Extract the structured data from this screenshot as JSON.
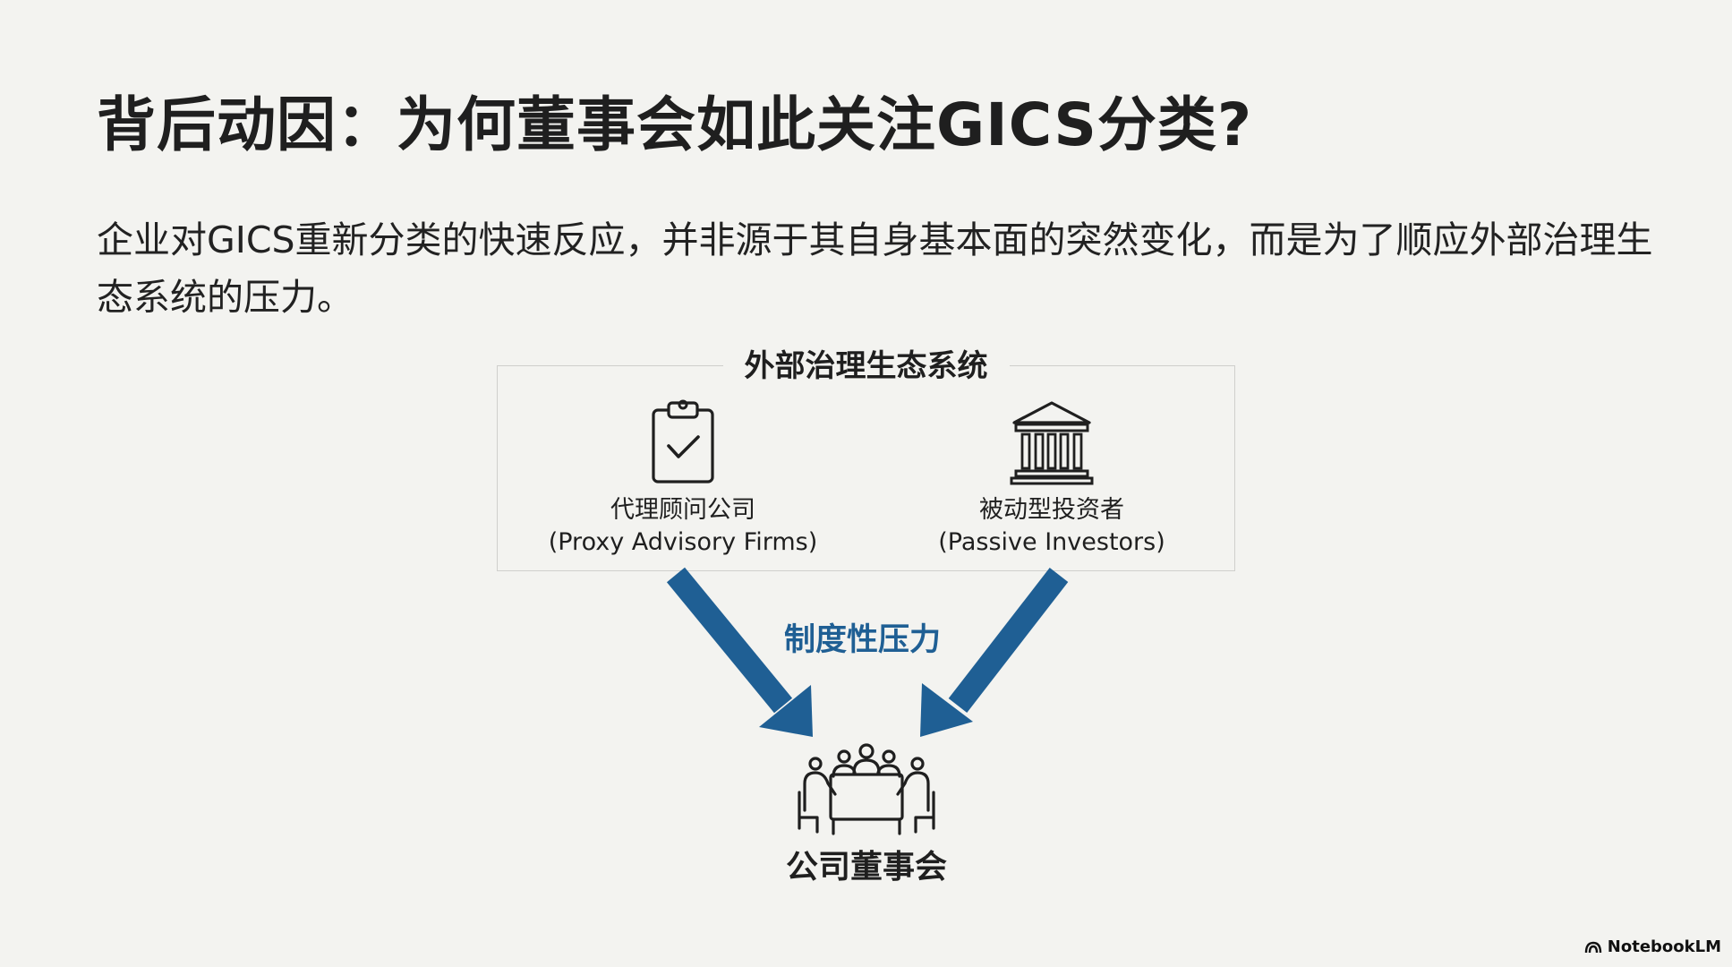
{
  "slide": {
    "title": "背后动因：为何董事会如此关注GICS分类?",
    "intro": "企业对GICS重新分类的快速反应，并非源于其自身基本面的突然变化，而是为了顺应外部治理生态系统的压力。"
  },
  "diagram": {
    "ecosystem_title": "外部治理生态系统",
    "nodes": [
      {
        "label_cn": "代理顾问公司",
        "label_en": "(Proxy Advisory Firms)",
        "icon": "clipboard-check-icon"
      },
      {
        "label_cn": "被动型投资者",
        "label_en": "(Passive Investors)",
        "icon": "institution-building-icon"
      }
    ],
    "arrow_label": "制度性压力",
    "target": {
      "label": "公司董事会",
      "icon": "boardroom-meeting-icon"
    },
    "arrow_color": "#1f5f94"
  },
  "branding": {
    "name": "NotebookLM",
    "icon": "notebooklm-logo-icon"
  }
}
